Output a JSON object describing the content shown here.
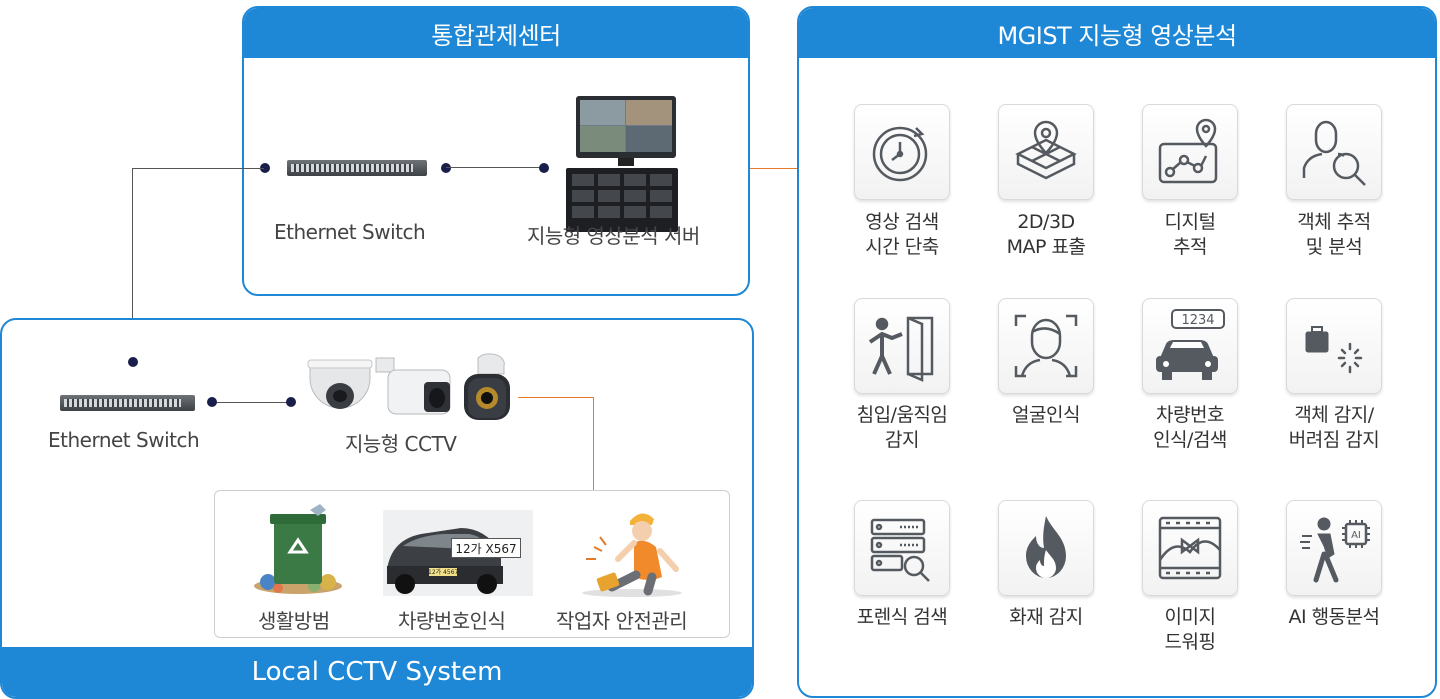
{
  "control_center": {
    "title": "통합관제센터",
    "switch_label": "Ethernet Switch",
    "server_label": "지능형 영상분석 서버"
  },
  "local": {
    "title": "Local CCTV System",
    "switch_label": "Ethernet Switch",
    "cctv_label": "지능형 CCTV",
    "uses": [
      {
        "label": "생활방범"
      },
      {
        "label": "차량번호인식",
        "plate_text": "12가 X567",
        "small_plate": "12가 4567"
      },
      {
        "label": "작업자 안전관리"
      }
    ]
  },
  "mgist": {
    "title": "MGIST 지능형 영상분석",
    "features": [
      {
        "icon": "clock-icon",
        "line1": "영상 검색",
        "line2": "시간 단축"
      },
      {
        "icon": "map-pin-icon",
        "line1": "2D/3D",
        "line2": "MAP 표출"
      },
      {
        "icon": "digital-tracking-icon",
        "line1": "디지털",
        "line2": "추적"
      },
      {
        "icon": "person-search-icon",
        "line1": "객체 추적",
        "line2": "및 분석"
      },
      {
        "icon": "intrusion-icon",
        "line1": "침입/움직임",
        "line2": "감지"
      },
      {
        "icon": "face-scan-icon",
        "line1": "얼굴인식",
        "line2": ""
      },
      {
        "icon": "car-plate-icon",
        "line1": "차량번호",
        "line2": "인식/검색",
        "plate": "1234"
      },
      {
        "icon": "abandoned-object-icon",
        "line1": "객체 감지/",
        "line2": "버려짐 감지"
      },
      {
        "icon": "forensic-search-icon",
        "line1": "포렌식 검색",
        "line2": ""
      },
      {
        "icon": "fire-icon",
        "line1": "화재 감지",
        "line2": ""
      },
      {
        "icon": "image-dewarping-icon",
        "line1": "이미지",
        "line2": "드워핑"
      },
      {
        "icon": "ai-behavior-icon",
        "line1": "AI 행동분석",
        "line2": ""
      }
    ]
  },
  "colors": {
    "accent": "#1e88d6",
    "node": "#1a1e4a",
    "orange_link": "#e7792b",
    "icon": "#555a60"
  }
}
